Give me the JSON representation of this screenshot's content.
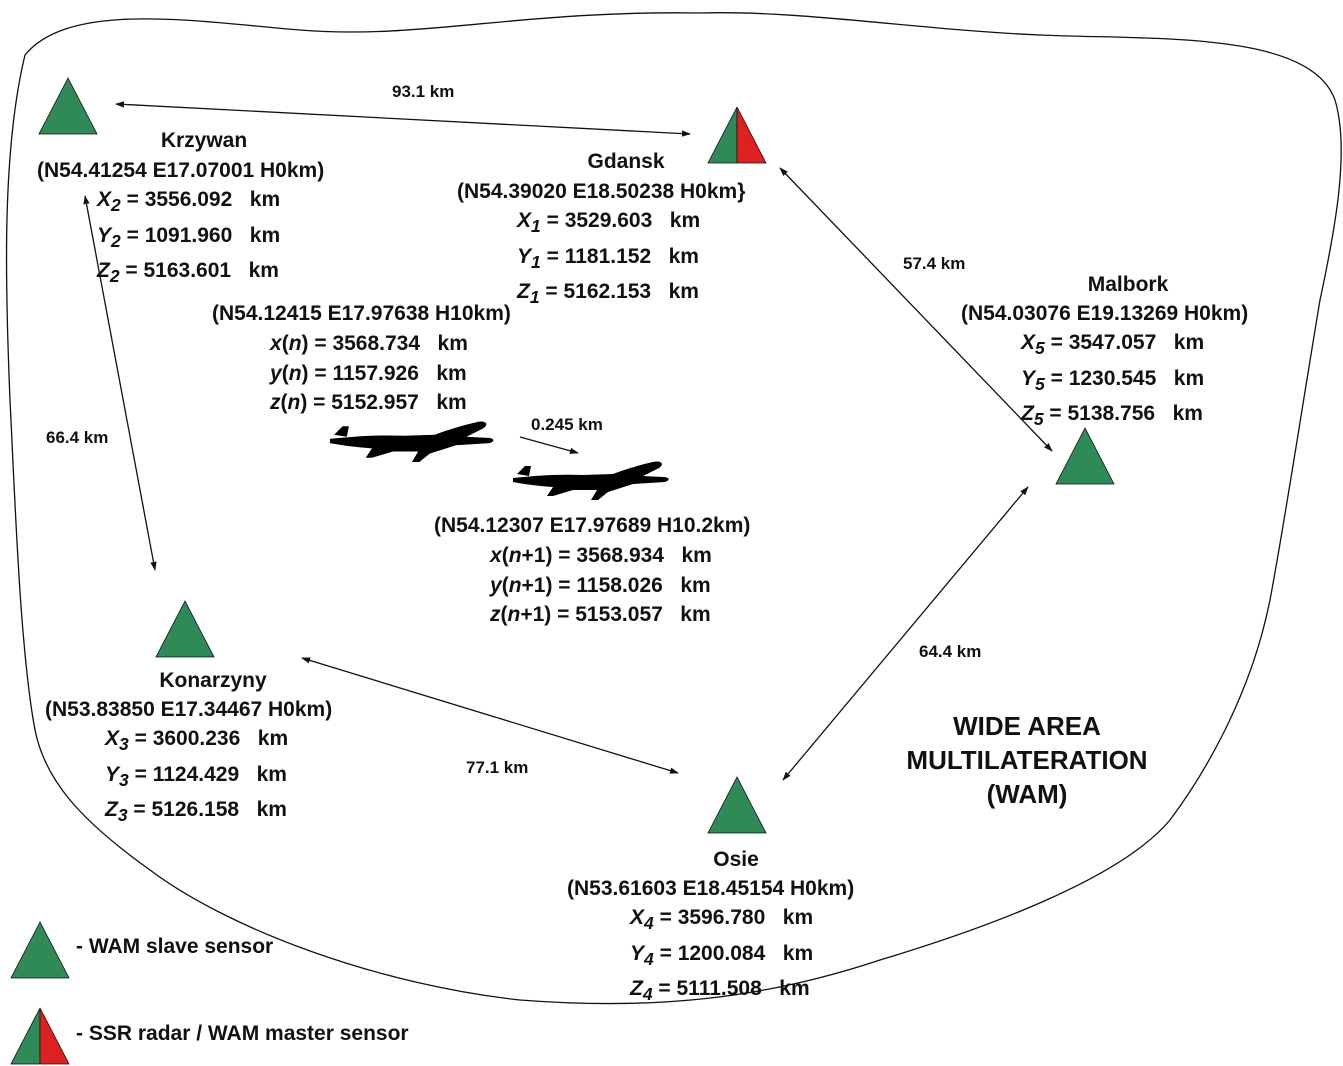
{
  "colors": {
    "slave": "#2e8b57",
    "master_red": "#e02020",
    "line": "#111111"
  },
  "sensors": [
    {
      "id": "krzywan",
      "name": "Krzywan",
      "coords": "(N54.41254 E17.07001 H0km)",
      "x_label": "X",
      "x_sub": "2",
      "x_val": "= 3556.092   km",
      "y_label": "Y",
      "y_sub": "2",
      "y_val": "= 1091.960   km",
      "z_label": "Z",
      "z_sub": "2",
      "z_val": "= 5163.601   km",
      "type": "slave"
    },
    {
      "id": "gdansk",
      "name": "Gdansk",
      "coords": "(N54.39020 E18.50238 H0km}",
      "x_label": "X",
      "x_sub": "1",
      "x_val": "= 3529.603   km",
      "y_label": "Y",
      "y_sub": "1",
      "y_val": "= 1181.152   km",
      "z_label": "Z",
      "z_sub": "1",
      "z_val": "= 5162.153   km",
      "type": "master"
    },
    {
      "id": "malbork",
      "name": "Malbork",
      "coords": "(N54.03076 E19.13269 H0km)",
      "x_label": "X",
      "x_sub": "5",
      "x_val": "= 3547.057   km",
      "y_label": "Y",
      "y_sub": "5",
      "y_val": "= 1230.545   km",
      "z_label": "Z",
      "z_sub": "5",
      "z_val": "= 5138.756   km",
      "type": "slave"
    },
    {
      "id": "konarzyny",
      "name": "Konarzyny",
      "coords": "(N53.83850 E17.34467 H0km)",
      "x_label": "X",
      "x_sub": "3",
      "x_val": "= 3600.236   km",
      "y_label": "Y",
      "y_sub": "3",
      "y_val": "= 1124.429   km",
      "z_label": "Z",
      "z_sub": "3",
      "z_val": "= 5126.158   km",
      "type": "slave"
    },
    {
      "id": "osie",
      "name": "Osie",
      "coords": "(N53.61603 E18.45154 H0km)",
      "x_label": "X",
      "x_sub": "4",
      "x_val": "= 3596.780   km",
      "y_label": "Y",
      "y_sub": "4",
      "y_val": "= 1200.084   km",
      "z_label": "Z",
      "z_sub": "4",
      "z_val": "= 5111.508   km",
      "type": "slave"
    }
  ],
  "aircraft": [
    {
      "coords": "(N54.12415 E17.97638 H10km)",
      "x_label": "x",
      "x_arg": "n",
      "x_val": "= 3568.734   km",
      "y_label": "y",
      "y_arg": "n",
      "y_val": "= 1157.926   km",
      "z_label": "z",
      "z_arg": "n",
      "z_val": "= 5152.957   km"
    },
    {
      "coords": "(N54.12307 E17.97689 H10.2km)",
      "x_label": "x",
      "x_arg": "n",
      "x_val": "= 3568.934   km",
      "y_label": "y",
      "y_arg": "n",
      "y_val": "= 1158.026   km",
      "z_label": "z",
      "z_arg": "n",
      "z_val": "= 5153.057   km",
      "arg_suffix": "+1"
    }
  ],
  "distances": {
    "krzywan_gdansk": "93.1 km",
    "gdansk_malbork": "57.4 km",
    "krzywan_konarzyny": "66.4 km",
    "konarzyny_osie": "77.1 km",
    "osie_malbork": "64.4 km",
    "aircraft_step": "0.245 km"
  },
  "title": {
    "line1": "WIDE AREA",
    "line2": "MULTILATERATION",
    "line3": "(WAM)"
  },
  "legend": {
    "slave_label": "- WAM slave sensor",
    "master_label": "- SSR radar / WAM master sensor"
  }
}
